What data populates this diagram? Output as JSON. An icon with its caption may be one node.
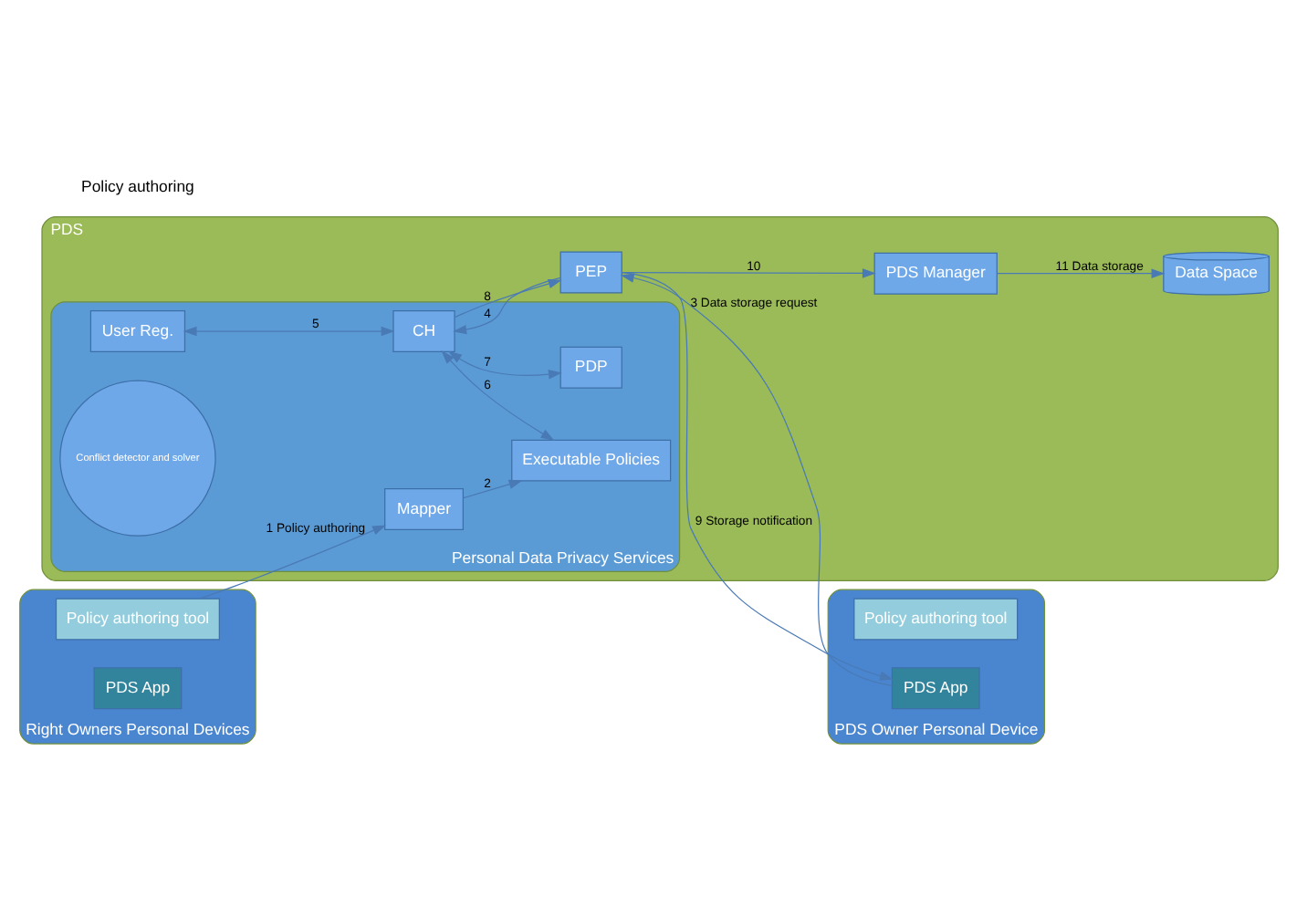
{
  "diagram": {
    "nodes": [
      {
        "text": [
          "PDS Owner Personal Device"
        ]
      },
      {
        "text": [
          "Policy authoring tool"
        ],
        "in": 0
      },
      {
        "text": [
          "PDS App"
        ],
        "in": 0
      },
      {
        "text": [
          "Right Owners Personal Devices"
        ]
      },
      {
        "text": [
          "Policy authoring tool"
        ],
        "in": 3
      },
      {
        "text": [
          "PDS App"
        ],
        "in": 3
      },
      {
        "text": [
          "PDS"
        ]
      },
      {
        "text": [
          "PEP"
        ],
        "in": 6
      },
      {
        "text": [
          "Personal Data Privacy Services"
        ],
        "in": 6
      },
      {
        "text": [
          "Mapper"
        ],
        "in": 8
      },
      {
        "text": [
          "Executable Policies"
        ],
        "in": 8
      },
      {
        "text": [
          "User Reg."
        ],
        "in": 8
      },
      {
        "text": [
          "CH"
        ],
        "in": 8
      },
      {
        "text": [
          "PDP"
        ],
        "in": 8
      },
      {
        "text": [
          "Conflict detector and solver"
        ],
        "in": 8
      },
      {
        "text": [
          "PDS Manager"
        ],
        "in": 6
      },
      {
        "text": [
          "Data Space"
        ],
        "in": 6
      }
    ],
    "edges": [
      {
        "from": 4,
        "to": 9,
        "arrow": "to",
        "label": "1 Policy authoring"
      },
      {
        "from": 9,
        "to": 10,
        "arrow": "to",
        "label": "2"
      },
      {
        "from": 2,
        "to": 7,
        "arrow": "to",
        "label": "3 Data storage request"
      },
      {
        "from": 7,
        "to": 12,
        "arrow": "to",
        "label": "4"
      },
      {
        "from": 11,
        "to": 12,
        "arrow": "both",
        "label": "5"
      },
      {
        "from": 12,
        "to": 10,
        "arrow": "both",
        "label": "6"
      },
      {
        "from": 12,
        "to": 13,
        "arrow": "both",
        "label": "7"
      },
      {
        "from": 12,
        "to": 7,
        "arrow": "to",
        "label": "8"
      },
      {
        "from": 7,
        "to": 2,
        "arrow": "to",
        "label": "9 Storage notification"
      },
      {
        "from": 7,
        "to": 15,
        "arrow": "to",
        "label": "10"
      },
      {
        "from": 15,
        "to": 16,
        "arrow": "to",
        "label": "11 Data storage"
      }
    ],
    "labels": [
      "Policy authoring"
    ]
  }
}
